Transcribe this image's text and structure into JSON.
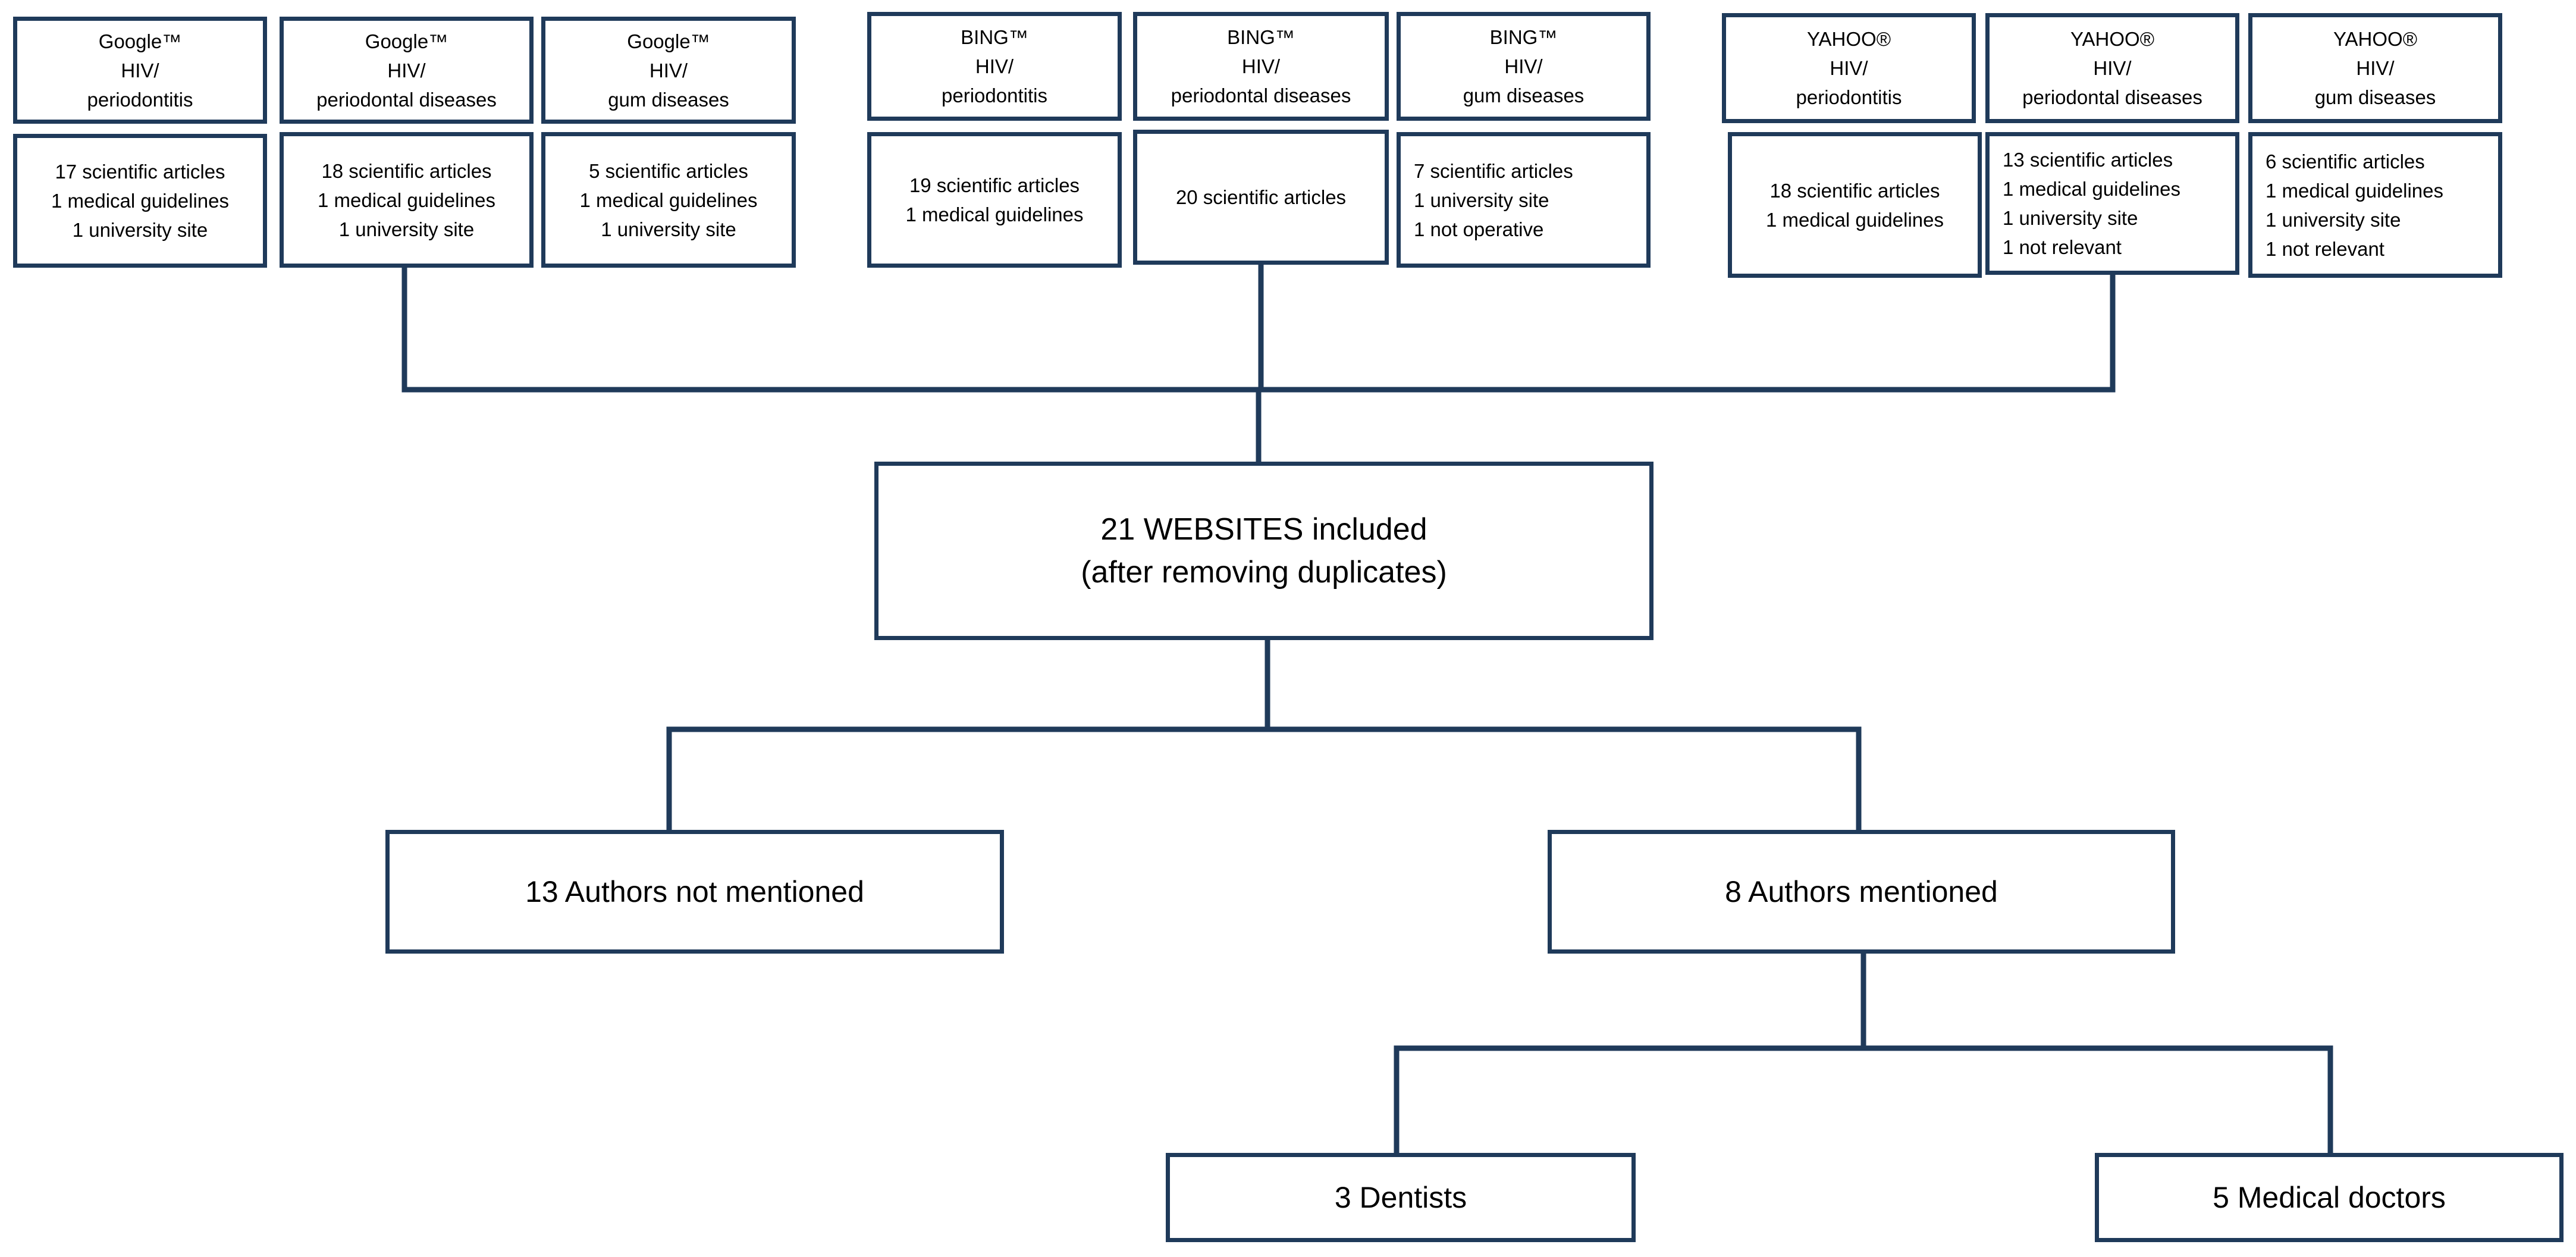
{
  "search_headers": [
    {
      "lines": [
        "Google™",
        "HIV/",
        "periodontitis"
      ]
    },
    {
      "lines": [
        "Google™",
        "HIV/",
        "periodontal diseases"
      ]
    },
    {
      "lines": [
        "Google™",
        "HIV/",
        "gum diseases"
      ]
    },
    {
      "lines": [
        "BING™",
        "HIV/",
        "periodontitis"
      ]
    },
    {
      "lines": [
        "BING™",
        "HIV/",
        "periodontal diseases"
      ]
    },
    {
      "lines": [
        "BING™",
        "HIV/",
        "gum diseases"
      ]
    },
    {
      "lines": [
        "YAHOO®",
        "HIV/",
        "periodontitis"
      ]
    },
    {
      "lines": [
        "YAHOO®",
        "HIV/",
        "periodontal diseases"
      ]
    },
    {
      "lines": [
        "YAHOO®",
        "HIV/",
        "gum diseases"
      ]
    }
  ],
  "search_results": [
    {
      "lines": [
        "17 scientific articles",
        "1 medical guidelines",
        "1 university site"
      ]
    },
    {
      "lines": [
        "18 scientific articles",
        "1 medical guidelines",
        "1 university site"
      ]
    },
    {
      "lines": [
        "5 scientific articles",
        "1 medical guidelines",
        "1 university site"
      ]
    },
    {
      "lines": [
        "19 scientific articles",
        "1 medical guidelines"
      ]
    },
    {
      "lines": [
        "20 scientific articles"
      ]
    },
    {
      "lines": [
        "7 scientific articles",
        "1 university site",
        "1  not operative"
      ]
    },
    {
      "lines": [
        "18 scientific articles",
        "1 medical guidelines"
      ]
    },
    {
      "lines": [
        "13 scientific articles",
        "1 medical guidelines",
        "1 university site",
        "1 not relevant"
      ]
    },
    {
      "lines": [
        "6 scientific articles",
        "1 medical guidelines",
        "1 university site",
        "1 not relevant"
      ]
    }
  ],
  "websites_included": {
    "line1": "21 WEBSITES included",
    "line2": "(after removing  duplicates)"
  },
  "authors_not_mentioned": "13 Authors not mentioned",
  "authors_mentioned": "8 Authors mentioned",
  "dentists": "3 Dentists",
  "medical_doctors": "5 Medical doctors",
  "colors": {
    "box_border": "#1f3a5a",
    "connector": "#1f3a5a"
  }
}
